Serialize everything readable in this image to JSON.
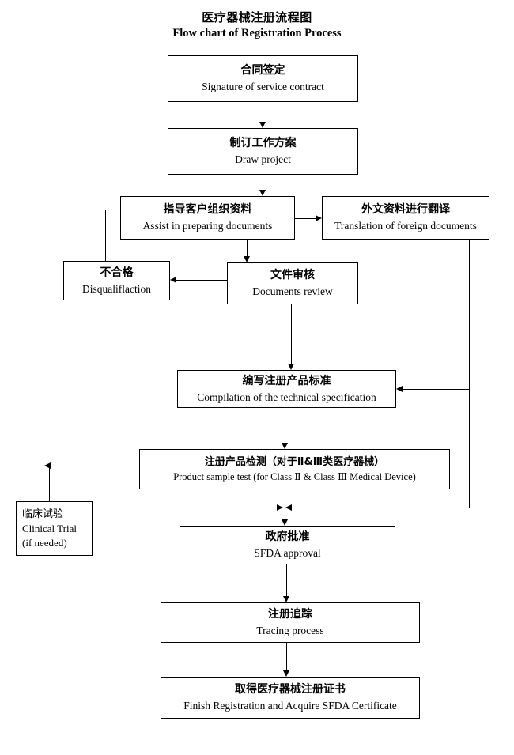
{
  "title": {
    "cn": "医疗器械注册流程图",
    "en": "Flow chart of Registration Process"
  },
  "nodes": {
    "contract": {
      "cn": "合同签定",
      "en": "Signature of service contract"
    },
    "draw": {
      "cn": "制订工作方案",
      "en": "Draw project"
    },
    "assist": {
      "cn": "指导客户组织资料",
      "en": "Assist in preparing documents"
    },
    "translate": {
      "cn": "外文资料进行翻译",
      "en": "Translation of foreign documents"
    },
    "disqualify": {
      "cn": "不合格",
      "en": "Disqualiflaction"
    },
    "review": {
      "cn": "文件审核",
      "en": "Documents review"
    },
    "compile": {
      "cn": "编写注册产品标准",
      "en": "Compilation of the technical specification"
    },
    "sampletest": {
      "cn": "注册产品检测（对于Ⅱ&Ⅲ类医疗器械）",
      "en": "Product sample test (for Class  Ⅱ & Class  Ⅲ  Medical Device)"
    },
    "clinical": {
      "cn": "临床试验",
      "en": "Clinical Trial",
      "note": "(if needed)"
    },
    "sfda": {
      "cn": "政府批准",
      "en": "SFDA approval"
    },
    "tracing": {
      "cn": "注册追踪",
      "en": "Tracing process"
    },
    "finish": {
      "cn": "取得医疗器械注册证书",
      "en": "Finish Registration and Acquire SFDA Certificate"
    }
  },
  "colors": {
    "stroke": "#000000",
    "fill": "#ffffff",
    "text": "#000000"
  }
}
